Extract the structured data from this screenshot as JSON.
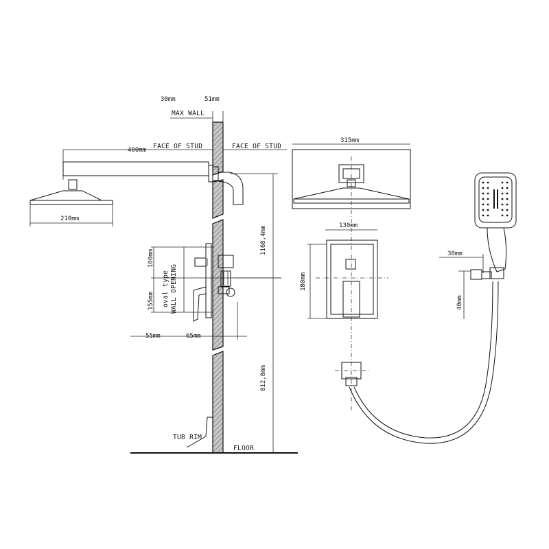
{
  "dimensions": {
    "wall_min": "30mm",
    "wall_max": "51mm",
    "max_wall": "MAX WALL",
    "face_of_stud_left": "FACE OF STUD",
    "face_of_stud_right": "FACE OF STUD",
    "arm_length": "400mm",
    "head_diameter": "210mm",
    "arm_height": "1168,4mm",
    "valve_upper": "100mm",
    "valve_lower": "155mm",
    "valve_depth_left": "55mm",
    "valve_depth_right": "65mm",
    "valve_height": "812,8mm",
    "head_width_front": "315mm",
    "plate_width": "130mm",
    "plate_height": "180mm",
    "holder_width": "30mm",
    "holder_height": "40mm"
  },
  "labels": {
    "wall_opening_line1": "oval type",
    "wall_opening_line2": "WALL OPENING",
    "tub_rim": "TUB RIM",
    "floor": "FLOOR"
  }
}
